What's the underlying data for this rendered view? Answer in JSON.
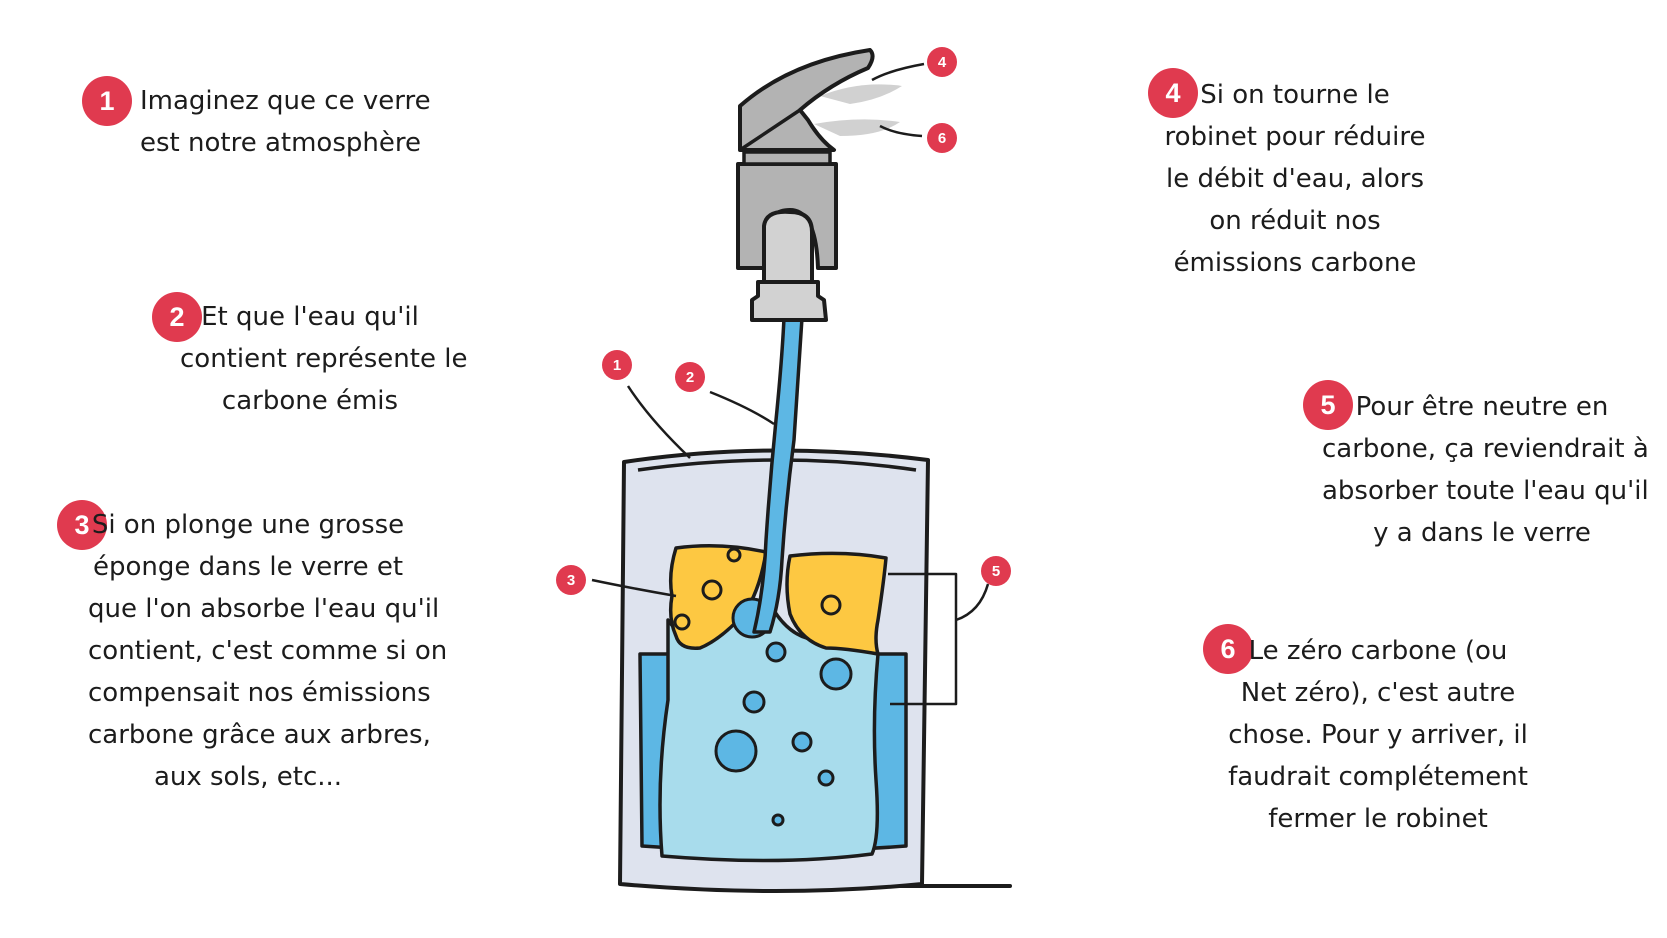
{
  "colors": {
    "badge": "#e03a4f",
    "water_light": "#a8dcec",
    "water_dark": "#5db7e4",
    "sponge": "#fdc842",
    "glass": "#dee3ee",
    "faucet": "#b3b3b3",
    "outline": "#1c1c1c"
  },
  "steps": [
    {
      "number": "1",
      "lines": [
        "Imaginez que ce verre",
        "est notre atmosphère"
      ]
    },
    {
      "number": "2",
      "lines": [
        "Et que l'eau qu'il",
        "contient représente le",
        "carbone émis"
      ]
    },
    {
      "number": "3",
      "lines": [
        "Si on plonge une grosse",
        "éponge dans le verre et",
        "que l'on absorbe l'eau qu'il",
        "contient, c'est comme si on",
        "compensait nos émissions",
        "carbone grâce aux arbres,",
        "aux sols, etc..."
      ]
    },
    {
      "number": "4",
      "lines": [
        "Si on tourne le",
        "robinet pour réduire",
        "le débit d'eau, alors",
        "on réduit nos",
        "émissions carbone"
      ]
    },
    {
      "number": "5",
      "lines": [
        "Pour être neutre en",
        "carbone, ça reviendrait à",
        "absorber toute l'eau qu'il",
        "y a dans le verre"
      ]
    },
    {
      "number": "6",
      "lines": [
        "Le zéro carbone (ou",
        "Net zéro), c'est autre",
        "chose. Pour y arriver, il",
        "faudrait complétement",
        "fermer le robinet"
      ]
    }
  ],
  "markers": [
    "1",
    "2",
    "3",
    "4",
    "5",
    "6"
  ]
}
